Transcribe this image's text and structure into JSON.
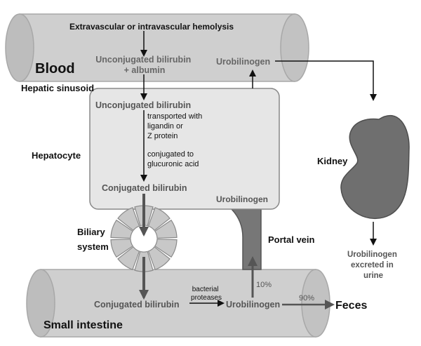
{
  "hemolysis": "Extravascular or intravascular hemolysis",
  "blood_label": "Blood",
  "unconj_albumin": [
    "Unconjugated bilirubin",
    "+ albumin"
  ],
  "urobilinogen_blood": "Urobilinogen",
  "hepatic_sinusoid": "Hepatic sinusoid",
  "hepatocyte_label": "Hepatocyte",
  "unconj_bilirubin": "Unconjugated bilirubin",
  "transport_note": [
    "transported with",
    "ligandin or",
    "Z protein"
  ],
  "conjugation_note": [
    "conjugated to",
    "glucuronic acid"
  ],
  "conj_bilirubin_liver": "Conjugated bilirubin",
  "urobilinogen_liver": "Urobilinogen",
  "kidney_label": "Kidney",
  "urine_note": [
    "Urobilinogen",
    "excreted in",
    "urine"
  ],
  "biliary_label": [
    "Biliary",
    "system"
  ],
  "portal_label": "Portal vein",
  "pct_portal": "10%",
  "pct_feces": "90%",
  "bacterial_note": [
    "bacterial",
    "proteases"
  ],
  "conj_bilirubin_gut": "Conjugated bilirubin",
  "urobilinogen_gut": "Urobilinogen",
  "feces_label": "Feces",
  "intestine_label": "Small intestine"
}
